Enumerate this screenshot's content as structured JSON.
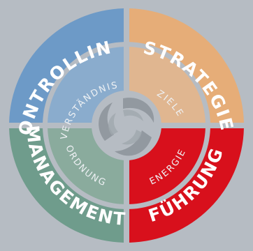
{
  "diagram": {
    "background": "#b6bcc3",
    "center_icon": "swirl-logo-icon",
    "quadrants": [
      {
        "key": "controlling",
        "outer_label": "CONTROLLING",
        "inner_label": "VERSTÄNDNIS",
        "outer_color": "#6d9ac7",
        "inner_color": "#8aaccd",
        "highlighted": false
      },
      {
        "key": "strategie",
        "outer_label": "STRATEGIE",
        "inner_label": "ZIELE",
        "outer_color": "#e6ad78",
        "inner_color": "#e0b690",
        "highlighted": false
      },
      {
        "key": "fuehrung",
        "outer_label": "FÜHRUNG",
        "inner_label": "ENERGIE",
        "outer_color": "#d8101c",
        "inner_color": "#d8101c",
        "highlighted": true
      },
      {
        "key": "management",
        "outer_label": "MANAGEMENT",
        "inner_label": "ORDNUNG",
        "outer_color": "#6f9c8c",
        "inner_color": "#8aab9d",
        "highlighted": false
      }
    ]
  }
}
